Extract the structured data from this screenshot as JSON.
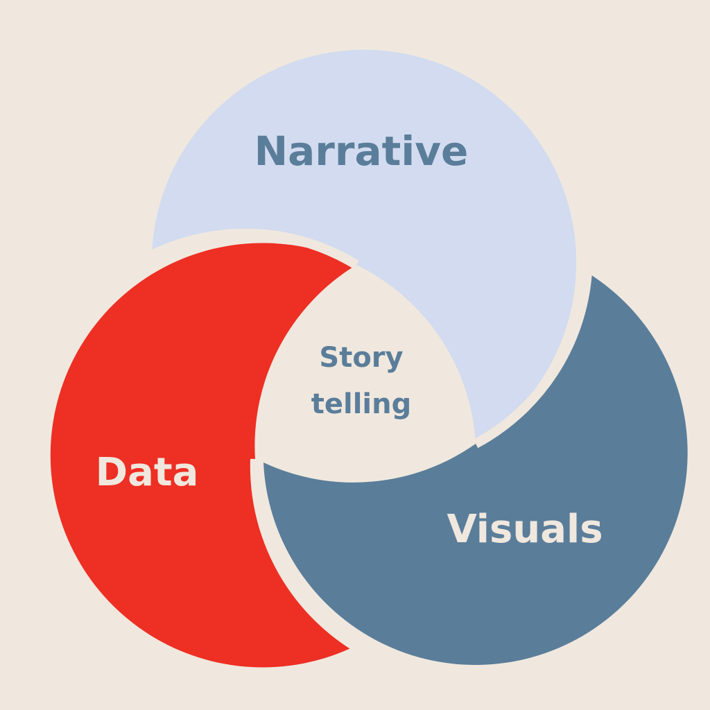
{
  "diagram": {
    "sets": [
      {
        "id": "narrative",
        "label": "Narrative",
        "color": "#d2dbef",
        "text_color": "#5a7d9a"
      },
      {
        "id": "data",
        "label": "Data",
        "color": "#ee2f24",
        "text_color": "#f0e8de"
      },
      {
        "id": "visuals",
        "label": "Visuals",
        "color": "#5a7d9a",
        "text_color": "#f0e8de"
      }
    ],
    "center": {
      "line1": "Story",
      "line2": "telling",
      "text_color": "#5a7d9a"
    },
    "background_color": "#f0e8de"
  }
}
